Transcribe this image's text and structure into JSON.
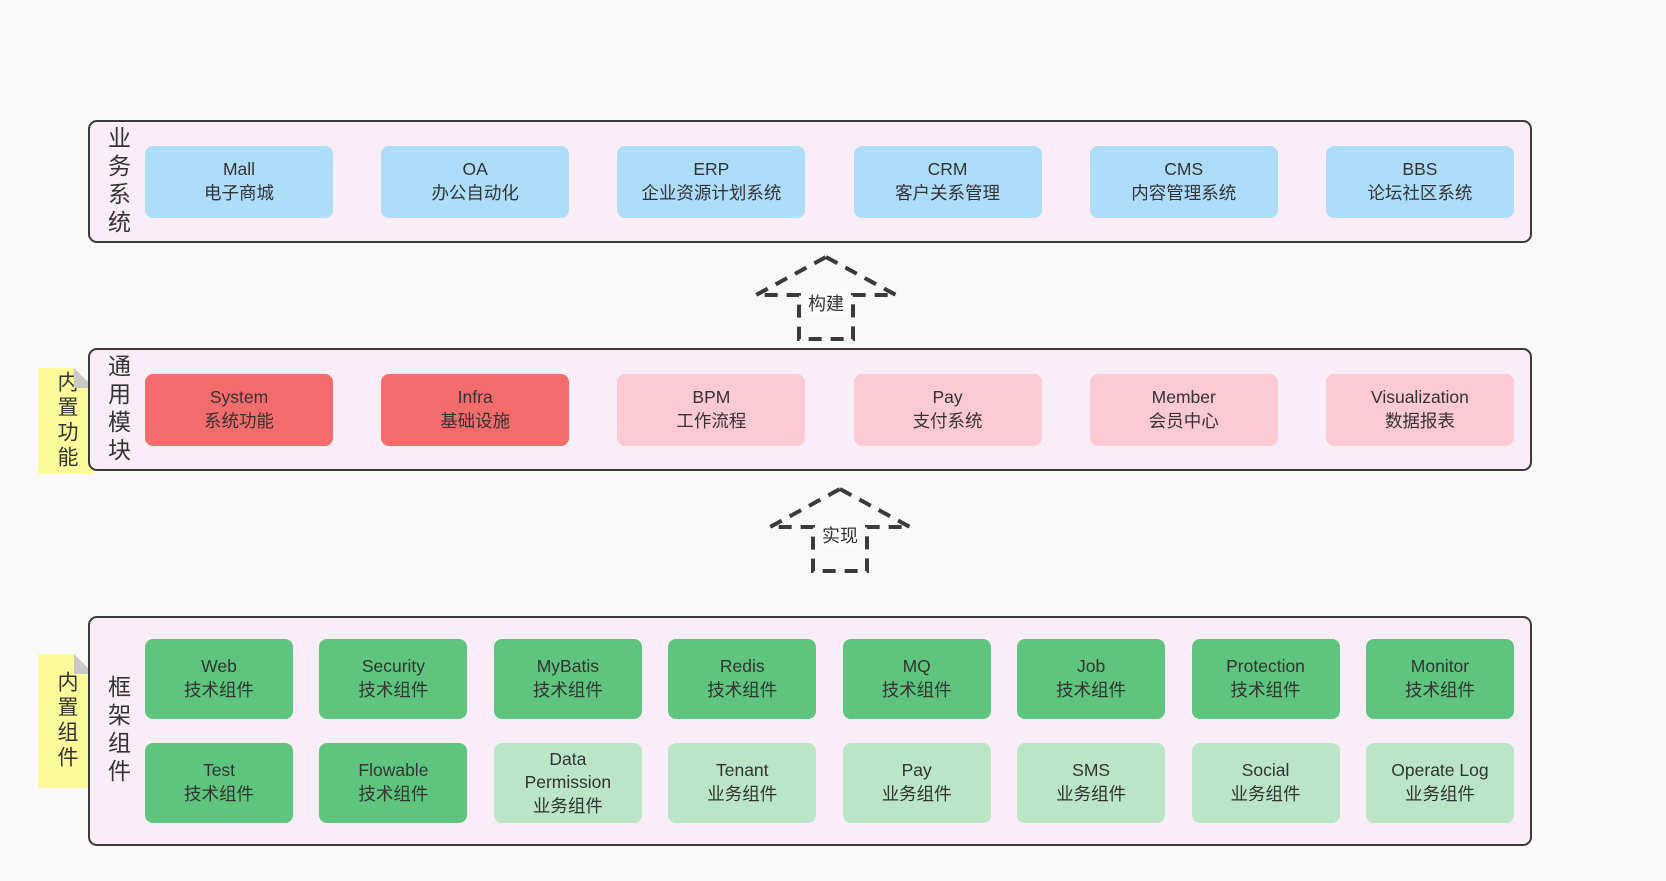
{
  "colors": {
    "page-bg": "#f8f8f8",
    "panel-bg": "#f9eef7",
    "panel-border": "#3a3a3a",
    "box-blue": "#aeddfa",
    "box-red": "#f56c6c",
    "box-pink": "#fdc9d2",
    "box-green": "#5fc47d",
    "box-light-green": "#bae5c6",
    "note-yellow": "#fbfb9c",
    "note-fold": "#c9c9c9",
    "text": "#333333",
    "arrow": "#3a3a3a"
  },
  "sections": {
    "business": {
      "label": "业务系统",
      "boxes": [
        {
          "title": "Mall",
          "subtitle": "电子商城",
          "color": "#aeddfa"
        },
        {
          "title": "OA",
          "subtitle": "办公自动化",
          "color": "#aeddfa"
        },
        {
          "title": "ERP",
          "subtitle": "企业资源计划系统",
          "color": "#aeddfa"
        },
        {
          "title": "CRM",
          "subtitle": "客户关系管理",
          "color": "#aeddfa"
        },
        {
          "title": "CMS",
          "subtitle": "内容管理系统",
          "color": "#aeddfa"
        },
        {
          "title": "BBS",
          "subtitle": "论坛社区系统",
          "color": "#aeddfa"
        }
      ]
    },
    "modules": {
      "label": "通用模块",
      "note": "内置功能",
      "boxes": [
        {
          "title": "System",
          "subtitle": "系统功能",
          "color": "#f56c6c"
        },
        {
          "title": "Infra",
          "subtitle": "基础设施",
          "color": "#f56c6c"
        },
        {
          "title": "BPM",
          "subtitle": "工作流程",
          "color": "#fdc9d2"
        },
        {
          "title": "Pay",
          "subtitle": "支付系统",
          "color": "#fdc9d2"
        },
        {
          "title": "Member",
          "subtitle": "会员中心",
          "color": "#fdc9d2"
        },
        {
          "title": "Visualization",
          "subtitle": "数据报表",
          "color": "#fdc9d2"
        }
      ]
    },
    "components": {
      "label": "框架组件",
      "note": "内置组件",
      "rows": [
        [
          {
            "title": "Web",
            "subtitle": "技术组件",
            "color": "#5fc47d"
          },
          {
            "title": "Security",
            "subtitle": "技术组件",
            "color": "#5fc47d"
          },
          {
            "title": "MyBatis",
            "subtitle": "技术组件",
            "color": "#5fc47d"
          },
          {
            "title": "Redis",
            "subtitle": "技术组件",
            "color": "#5fc47d"
          },
          {
            "title": "MQ",
            "subtitle": "技术组件",
            "color": "#5fc47d"
          },
          {
            "title": "Job",
            "subtitle": "技术组件",
            "color": "#5fc47d"
          },
          {
            "title": "Protection",
            "subtitle": "技术组件",
            "color": "#5fc47d"
          },
          {
            "title": "Monitor",
            "subtitle": "技术组件",
            "color": "#5fc47d"
          }
        ],
        [
          {
            "title": "Test",
            "subtitle": "技术组件",
            "color": "#5fc47d"
          },
          {
            "title": "Flowable",
            "subtitle": "技术组件",
            "color": "#5fc47d"
          },
          {
            "title": "Data Permission",
            "subtitle": "业务组件",
            "color": "#bae5c6"
          },
          {
            "title": "Tenant",
            "subtitle": "业务组件",
            "color": "#bae5c6"
          },
          {
            "title": "Pay",
            "subtitle": "业务组件",
            "color": "#bae5c6"
          },
          {
            "title": "SMS",
            "subtitle": "业务组件",
            "color": "#bae5c6"
          },
          {
            "title": "Social",
            "subtitle": "业务组件",
            "color": "#bae5c6"
          },
          {
            "title": "Operate Log",
            "subtitle": "业务组件",
            "color": "#bae5c6"
          }
        ]
      ]
    }
  },
  "arrows": [
    {
      "label": "构建"
    },
    {
      "label": "实现"
    }
  ]
}
